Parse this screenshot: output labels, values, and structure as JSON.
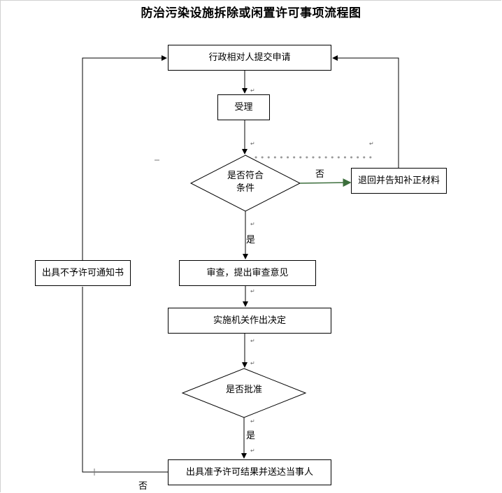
{
  "title": "防治污染设施拆除或闲置许可事项流程图",
  "nodes": {
    "submit": "行政相对人提交申请",
    "accept": "受理",
    "check_line1": "是否符合",
    "check_line2": "条件",
    "return": "退回并告知补正材料",
    "review": "审查，提出审查意见",
    "decide": "实施机关作出决定",
    "approve_q": "是否批准",
    "notice_deny": "出具不予许可通知书",
    "result": "出具准予许可结果并送达当事人"
  },
  "edge_labels": {
    "no_1": "否",
    "yes_1": "是",
    "yes_2": "是",
    "no_2": "否"
  },
  "colors": {
    "line": "#000000",
    "green_arrow": "#3c6e3c",
    "dotted": "#999999"
  }
}
